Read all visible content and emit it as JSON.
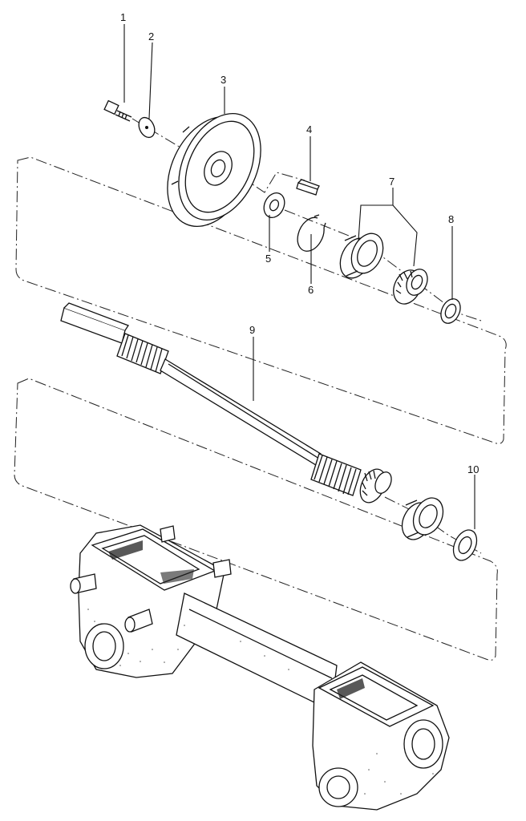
{
  "diagram": {
    "parts": [
      {
        "id": "bolt",
        "callout": "1"
      },
      {
        "id": "washer-small",
        "callout": "2"
      },
      {
        "id": "pulley",
        "callout": "3"
      },
      {
        "id": "key",
        "callout": "4"
      },
      {
        "id": "washer-flat",
        "callout": "5"
      },
      {
        "id": "retaining-ring",
        "callout": "6"
      },
      {
        "id": "bearing-set",
        "callout": "7"
      },
      {
        "id": "thrust-washer",
        "callout": "8"
      },
      {
        "id": "worm-shaft",
        "callout": "9"
      },
      {
        "id": "thrust-washer-lower",
        "callout": "10"
      }
    ]
  }
}
